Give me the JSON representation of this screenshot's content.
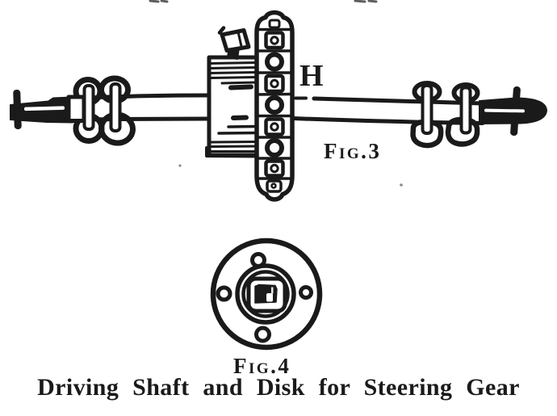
{
  "colors": {
    "paper": "#ffffff",
    "ink": "#1a1a1a"
  },
  "figure3": {
    "part_label": "H",
    "label": "Fig.3"
  },
  "figure4": {
    "label": "Fig.4"
  },
  "caption": "Driving Shaft and Disk for Steering Gear"
}
